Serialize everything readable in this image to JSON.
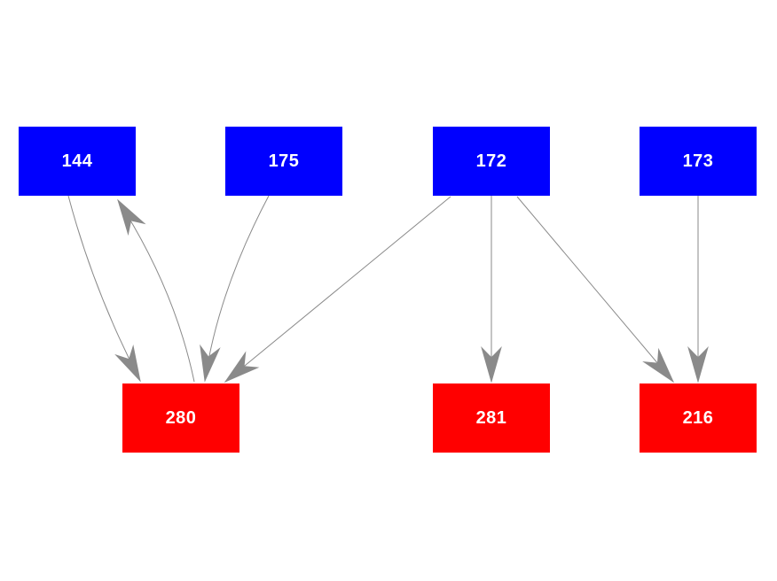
{
  "diagram": {
    "type": "directed-graph",
    "background_color": "#ffffff",
    "colors": {
      "source_node_fill": "#0000ff",
      "target_node_fill": "#ff0000",
      "node_label": "#ffffff",
      "edge": "#8a8a8a"
    },
    "nodes": [
      {
        "id": "144",
        "label": "144",
        "color": "#0000ff",
        "row": "top"
      },
      {
        "id": "175",
        "label": "175",
        "color": "#0000ff",
        "row": "top"
      },
      {
        "id": "172",
        "label": "172",
        "color": "#0000ff",
        "row": "top"
      },
      {
        "id": "173",
        "label": "173",
        "color": "#0000ff",
        "row": "top"
      },
      {
        "id": "280",
        "label": "280",
        "color": "#ff0000",
        "row": "bottom"
      },
      {
        "id": "281",
        "label": "281",
        "color": "#ff0000",
        "row": "bottom"
      },
      {
        "id": "216",
        "label": "216",
        "color": "#ff0000",
        "row": "bottom"
      }
    ],
    "edges": [
      {
        "from": "144",
        "to": "280",
        "style": "curved"
      },
      {
        "from": "280",
        "to": "144",
        "style": "curved"
      },
      {
        "from": "175",
        "to": "280",
        "style": "curved"
      },
      {
        "from": "172",
        "to": "280",
        "style": "straight"
      },
      {
        "from": "172",
        "to": "281",
        "style": "straight"
      },
      {
        "from": "172",
        "to": "216",
        "style": "straight"
      },
      {
        "from": "173",
        "to": "216",
        "style": "straight"
      }
    ]
  }
}
